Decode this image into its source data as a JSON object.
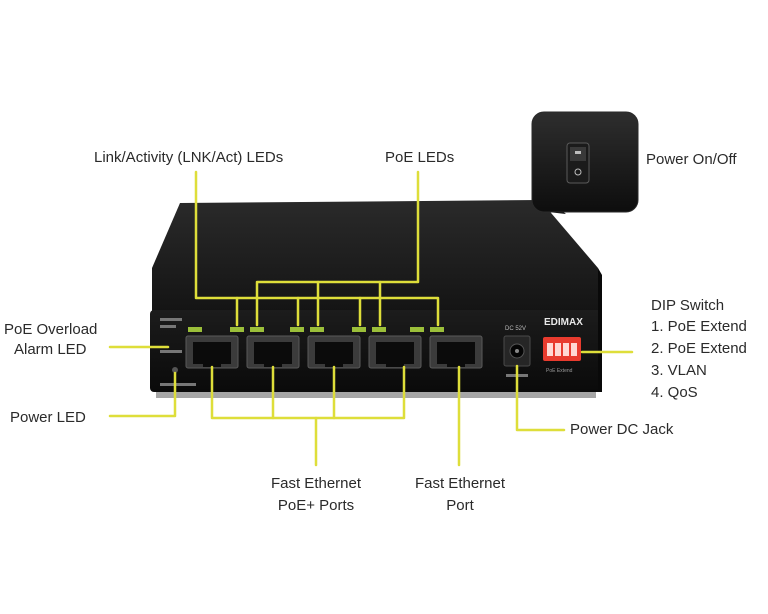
{
  "diagram": {
    "labels": {
      "link_activity": "Link/Activity (LNK/Act) LEDs",
      "poe_leds": "PoE LEDs",
      "power_switch": "Power On/Off",
      "poe_overload_line1": "PoE Overload",
      "poe_overload_line2": "Alarm LED",
      "power_led": "Power LED",
      "dip_switch_title": "DIP Switch",
      "dip_items": [
        "1. PoE Extend",
        "2. PoE Extend",
        "3. VLAN",
        "4. QoS"
      ],
      "power_dc_jack": "Power DC Jack",
      "fast_poe_line1": "Fast Ethernet",
      "fast_poe_line2": "PoE+ Ports",
      "fast_port_line1": "Fast Ethernet",
      "fast_port_line2": "Port"
    },
    "device": {
      "brand": "EDIMAX",
      "panel_text_1": "DC 52V",
      "panel_text_2": "PoE Extend"
    },
    "colors": {
      "callout_line": "#dede3a",
      "device_body": "#151515",
      "dip_switch": "#e83b2e",
      "label_text": "#2a2a2a"
    }
  }
}
